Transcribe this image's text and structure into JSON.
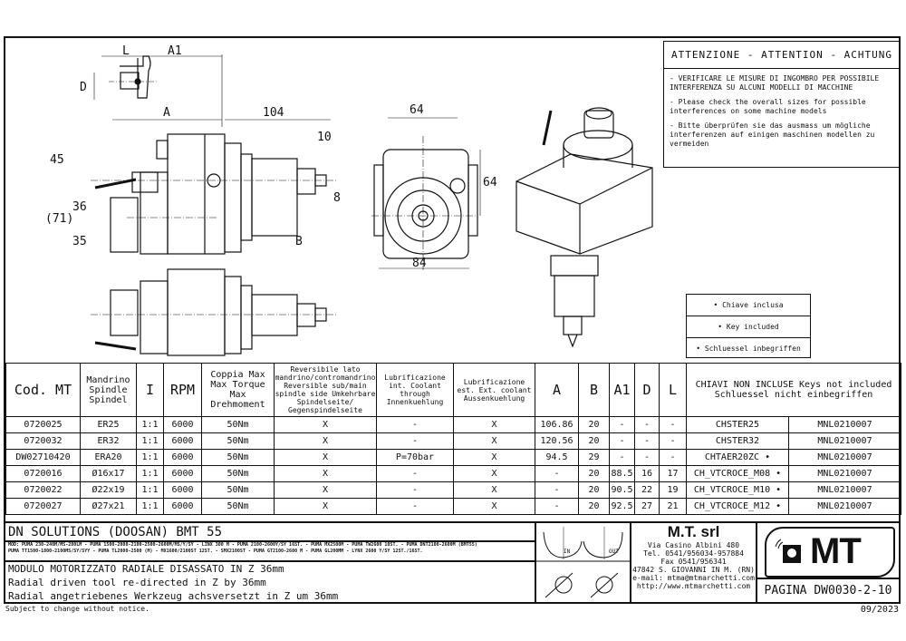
{
  "dimensions": {
    "L": "L",
    "A1": "A1",
    "D": "D",
    "A": "A",
    "d104": "104",
    "d10": "10",
    "d8": "8",
    "d45": "45",
    "d36": "36",
    "d71": "(71)",
    "d35": "35",
    "B": "B",
    "d64a": "64",
    "d64b": "64",
    "d84": "84"
  },
  "attention": {
    "title": "ATTENZIONE - ATTENTION - ACHTUNG",
    "notes": [
      "- VERIFICARE LE MISURE DI INGOMBRO PER POSSIBILE\n  INTERFERENZA SU ALCUNI MODELLI DI MACCHINE",
      "- Please check the overall sizes for possible\n  interferences on some machine models",
      "- Bitte überprüfen sie das ausmass um mögliche\n  interferenzen auf einigen maschinen modellen zu\n  vermeiden"
    ]
  },
  "key_legend": [
    "• Chiave inclusa",
    "• Key included",
    "• Schluessel inbegriffen"
  ],
  "table": {
    "headers": [
      "Cod. MT",
      "Mandrino Spindle Spindel",
      "I",
      "RPM",
      "Coppia Max Max Torque Max Drehmoment",
      "Reversibile lato mandrino/contromandrino Reversible sub/main spindle side Umkehrbare Spindelseite/ Gegenspindelseite",
      "Lubrificazione int. Coolant through Innenkuehlung",
      "Lubrificazione est. Ext. coolant Aussenkuehlung",
      "A",
      "B",
      "A1",
      "D",
      "L",
      "CHIAVI NON INCLUSE Keys not included Schluessel nicht einbegriffen"
    ],
    "rows": [
      [
        "0720025",
        "ER25",
        "1:1",
        "6000",
        "50Nm",
        "X",
        "-",
        "X",
        "106.86",
        "20",
        "-",
        "-",
        "-",
        "CHSTER25",
        "MNL0210007"
      ],
      [
        "0720032",
        "ER32",
        "1:1",
        "6000",
        "50Nm",
        "X",
        "-",
        "X",
        "120.56",
        "20",
        "-",
        "-",
        "-",
        "CHSTER32",
        "MNL0210007"
      ],
      [
        "DW02710420",
        "ERA20",
        "1:1",
        "6000",
        "50Nm",
        "X",
        "P=70bar",
        "X",
        "94.5",
        "29",
        "-",
        "-",
        "-",
        "CHTAER20ZC •",
        "MNL0210007"
      ],
      [
        "0720016",
        "Ø16x17",
        "1:1",
        "6000",
        "50Nm",
        "X",
        "-",
        "X",
        "-",
        "20",
        "88.5",
        "16",
        "17",
        "CH_VTCROCE_M08 •",
        "MNL0210007"
      ],
      [
        "0720022",
        "Ø22x19",
        "1:1",
        "6000",
        "50Nm",
        "X",
        "-",
        "X",
        "-",
        "20",
        "90.5",
        "22",
        "19",
        "CH_VTCROCE_M10 •",
        "MNL0210007"
      ],
      [
        "0720027",
        "Ø27x21",
        "1:1",
        "6000",
        "50Nm",
        "X",
        "-",
        "X",
        "-",
        "20",
        "92.5",
        "27",
        "21",
        "CH_VTCROCE_M12 •",
        "MNL0210007"
      ]
    ]
  },
  "title_block": {
    "machine": "DN SOLUTIONS (DOOSAN)   BMT 55",
    "models_line1": "MOD: PUMA 230-240M/MS-280LM - PUMA 1500-2000-2100-2500-2600M/MS/Y/SY - LINX 300 M - PUMA 2100-2600Y/SY 16ST. - PUMA MX2500M - PUMA TW2600 10ST. - PUMA DNT2100-2600M (BMT55)",
    "models_line2": "PUMA TT1500-1800-2100MS/SY/SYY - PUMA TL2000-2500 (M) - MX1600/2100ST 12ST. - SMX2100ST - PUMA GT2100-2600 M - PUMA GL200MM - LYNX 2600 Y/SY 12ST./16ST.",
    "desc_it": "MODULO MOTORIZZATO RADIALE DISASSATO IN Z 36mm",
    "desc_en": "Radial driven tool re-directed in Z by 36mm",
    "desc_de": "Radial angetriebenes Werkzeug achsversetzt in Z um 36mm",
    "rotation_in": "IN",
    "rotation_out": "OUT",
    "company": "M.T. srl",
    "address": [
      "Via Casino Albini 480",
      "Tel. 0541/956034-957884",
      "Fax 0541/956341",
      "47842 S. GIOVANNI IN M. (RN)",
      "e-mail: mtma@mtmarchetti.com",
      "http://www.mtmarchetti.com"
    ],
    "logo_text": "MT",
    "page": "PAGINA  DW0030-2-10"
  },
  "footer": {
    "notice": "Subject to change without notice.",
    "date": "09/2023"
  }
}
